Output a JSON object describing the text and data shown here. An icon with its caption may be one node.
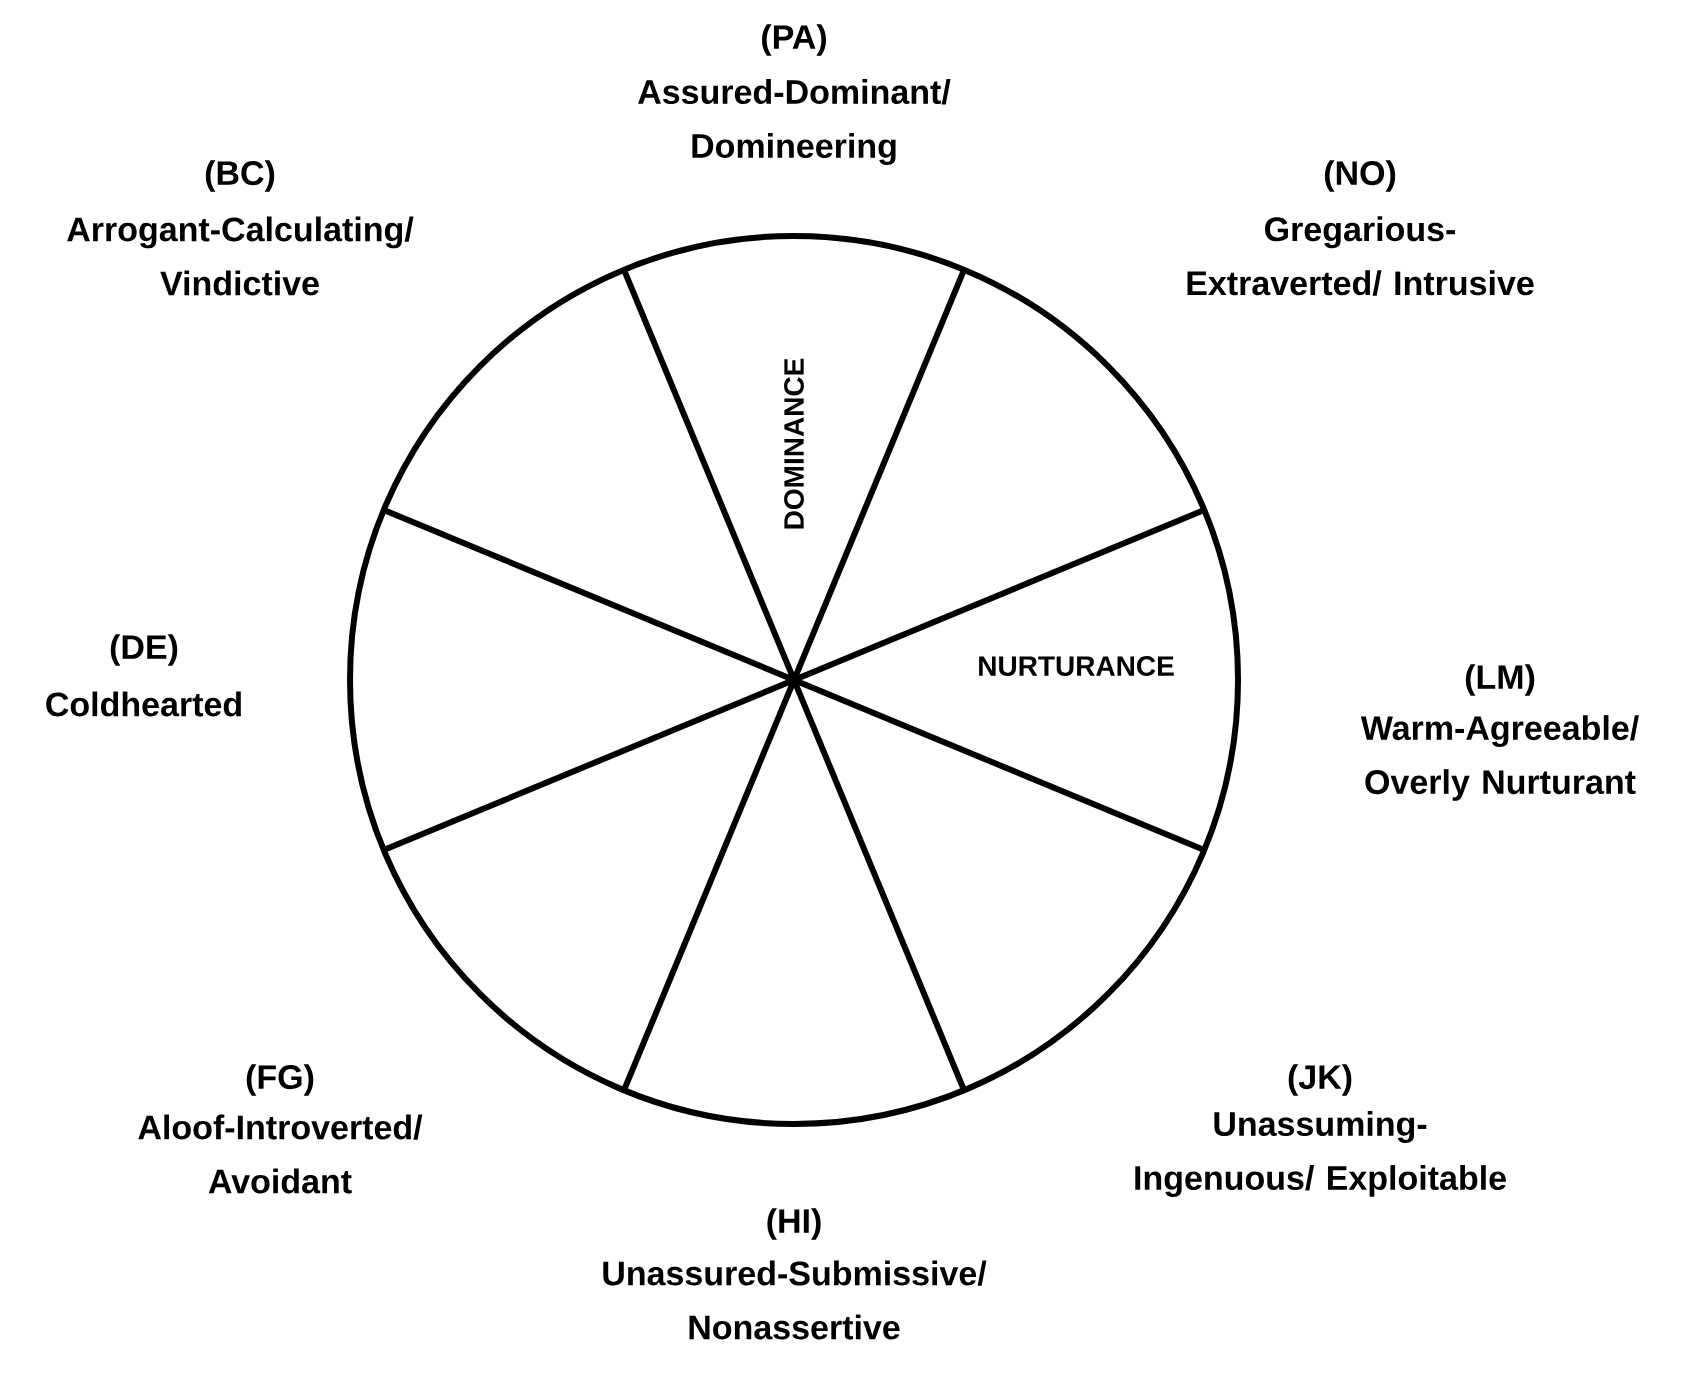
{
  "diagram": {
    "labels": [
      "(PA)",
      "Assured-Dominant/ Domineering",
      "(BC)",
      "Arrogant-Calculating/ Vindictive",
      "(NO)",
      "Gregarious-Extraverted/ Intrusive",
      "DOMINANCE",
      "(DE)",
      "Coldhearted",
      "NURTURANCE",
      "(LM)",
      "Warm-Agreeable/ Overly Nurturant",
      "(FG)",
      "Aloof-Introverted/ Avoidant",
      "(JK)",
      "Unassuming-Ingenuous/ Exploitable",
      "(HI)",
      "Unassured-Submissive/ Nonassertive"
    ]
  }
}
